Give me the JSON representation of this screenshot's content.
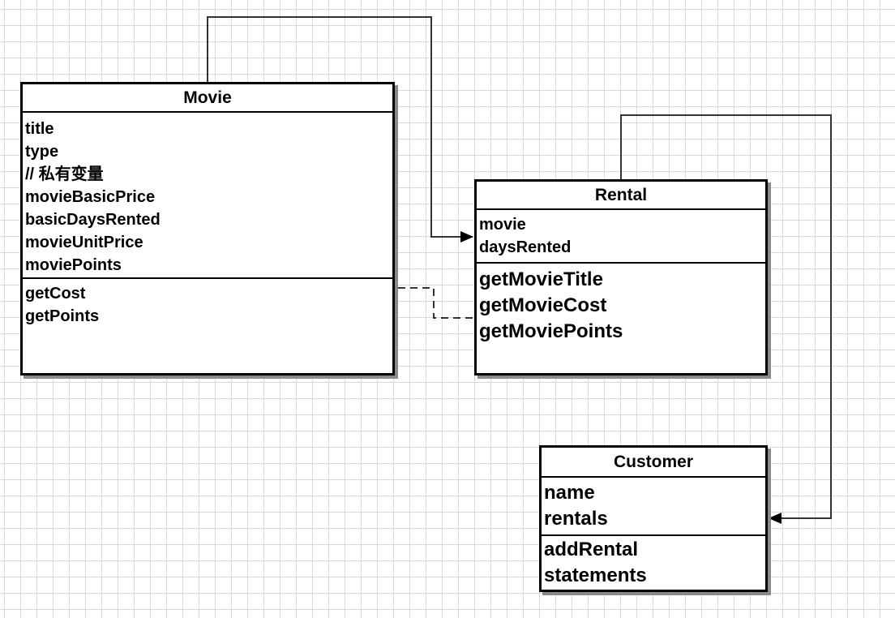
{
  "classes": {
    "movie": {
      "name": "Movie",
      "attributes": [
        "title",
        "type",
        "// 私有变量",
        "movieBasicPrice",
        "basicDaysRented",
        "movieUnitPrice",
        "moviePoints"
      ],
      "operations": [
        "getCost",
        "getPoints"
      ]
    },
    "rental": {
      "name": "Rental",
      "attributes": [
        "movie",
        "daysRented"
      ],
      "operations": [
        "getMovieTitle",
        "getMovieCost",
        "getMoviePoints"
      ]
    },
    "customer": {
      "name": "Customer",
      "attributes": [
        "name",
        "rentals"
      ],
      "operations": [
        "addRental",
        "statements"
      ]
    }
  },
  "relationships": [
    {
      "from": "Movie",
      "to": "Rental",
      "kind": "association"
    },
    {
      "from": "Rental",
      "to": "Customer",
      "kind": "association"
    },
    {
      "from": "Rental",
      "to": "Movie",
      "kind": "dependency"
    }
  ],
  "colors": {
    "line": "#000000",
    "grid": "#d6d9e6",
    "box_fill": "#ffffff",
    "shadow": "#8a8a8a"
  }
}
